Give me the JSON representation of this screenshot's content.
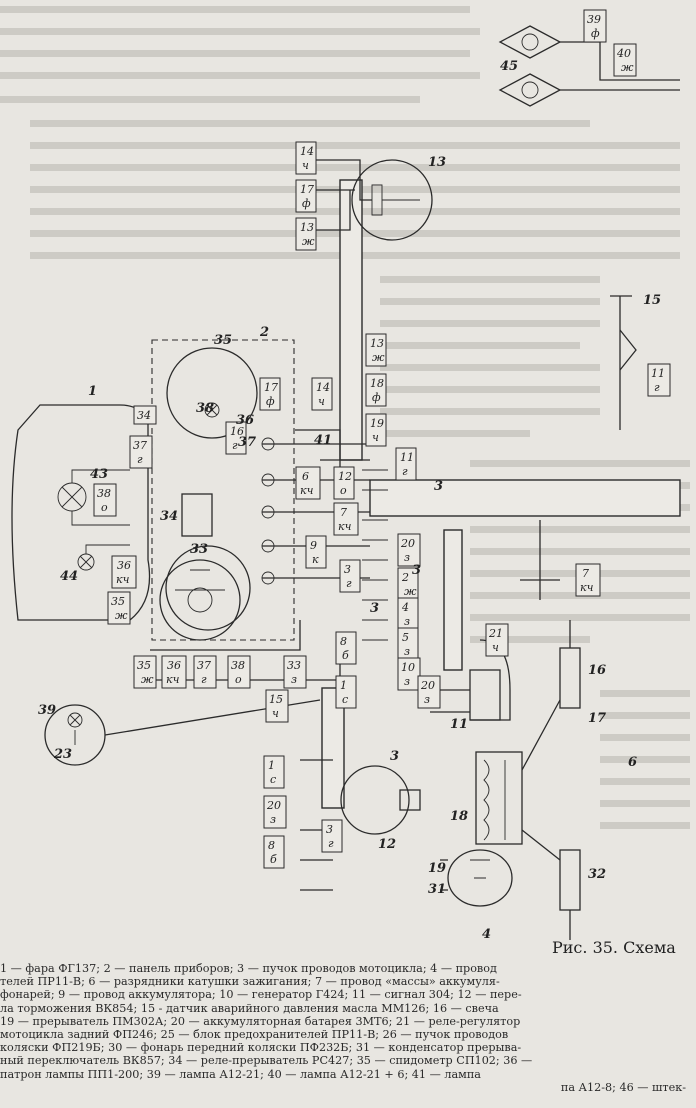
{
  "caption": {
    "title": "Рис. 35. Схема"
  },
  "legend_lines": [
    "1 — фара ФГ137;  2 — панель приборов;  3 — пучок проводов мотоцикла;  4 — провод",
    "телей ПР11-В;  6 — разрядники катушки зажигания;  7 — провод «массы» аккумуля-",
    "фонарей;  9 — провод аккумулятора;  10 — генератор Г424;  11 — сигнал 304;  12 — пере-",
    "ла торможения ВК854;  15 - датчик аварийного давления масла ММ126;  16 — свеча",
    "19 — прерыватель ПМ302А;  20 — аккумуляторная батарея 3МТ6;  21 — реле-регулятор",
    "мотоцикла задний ФП246;  25 — блок предохранителей ПР11-В;  26 — пучок проводов",
    "коляски ФП219Б;  30 — фонарь передний коляски ПФ232Б;  31 — конденсатор прерыва-",
    "ный переключатель ВК857;  34 — реле-прерыватель РС427;  35 — спидометр СП102;  36 —",
    "патрон лампы ПП1-200;  39 — лампа А12-21;  40 — лампа  А12-21 + 6;  41 — лампа",
    "па А12-8;  46 — штек-"
  ],
  "component_numbers": [
    "1",
    "2",
    "3",
    "4",
    "6",
    "11",
    "12",
    "13",
    "15",
    "16",
    "17",
    "18",
    "19",
    "23",
    "31",
    "32",
    "33",
    "34",
    "35",
    "36",
    "37",
    "38",
    "39",
    "41",
    "43",
    "44",
    "45"
  ],
  "wire_tags": [
    {
      "num": "14",
      "code": "ч"
    },
    {
      "num": "17",
      "code": "ф"
    },
    {
      "num": "13",
      "code": "ж"
    },
    {
      "num": "13",
      "code": "ж"
    },
    {
      "num": "18",
      "code": "ф"
    },
    {
      "num": "19",
      "code": "ч"
    },
    {
      "num": "14",
      "code": "ч"
    },
    {
      "num": "17",
      "code": "ф"
    },
    {
      "num": "16",
      "code": "г"
    },
    {
      "num": "6",
      "code": "кч"
    },
    {
      "num": "12",
      "code": "о"
    },
    {
      "num": "7",
      "code": "кч"
    },
    {
      "num": "11",
      "code": "г"
    },
    {
      "num": "9",
      "code": "к"
    },
    {
      "num": "3",
      "code": "г"
    },
    {
      "num": "20",
      "code": "з"
    },
    {
      "num": "2",
      "code": "ж"
    },
    {
      "num": "4",
      "code": "з"
    },
    {
      "num": "5",
      "code": "з"
    },
    {
      "num": "10",
      "code": "з"
    },
    {
      "num": "8",
      "code": "б"
    },
    {
      "num": "1",
      "code": "с"
    },
    {
      "num": "15",
      "code": "ч"
    },
    {
      "num": "21",
      "code": "ч"
    },
    {
      "num": "20",
      "code": "з"
    },
    {
      "num": "7",
      "code": "кч"
    },
    {
      "num": "11",
      "code": "г"
    },
    {
      "num": "1",
      "code": "с"
    },
    {
      "num": "20",
      "code": "з"
    },
    {
      "num": "8",
      "code": "б"
    },
    {
      "num": "3",
      "code": "г"
    },
    {
      "num": "34",
      "code": ""
    },
    {
      "num": "37",
      "code": "г"
    },
    {
      "num": "38",
      "code": "о"
    },
    {
      "num": "36",
      "code": "кч"
    },
    {
      "num": "35",
      "code": "ж"
    },
    {
      "num": "35",
      "code": "ж"
    },
    {
      "num": "36",
      "code": "кч"
    },
    {
      "num": "37",
      "code": "г"
    },
    {
      "num": "38",
      "code": "о"
    },
    {
      "num": "33",
      "code": "з"
    },
    {
      "num": "39",
      "code": "ф"
    },
    {
      "num": "40",
      "code": "ж"
    }
  ],
  "side_labels": [
    "3",
    "3",
    "3"
  ]
}
